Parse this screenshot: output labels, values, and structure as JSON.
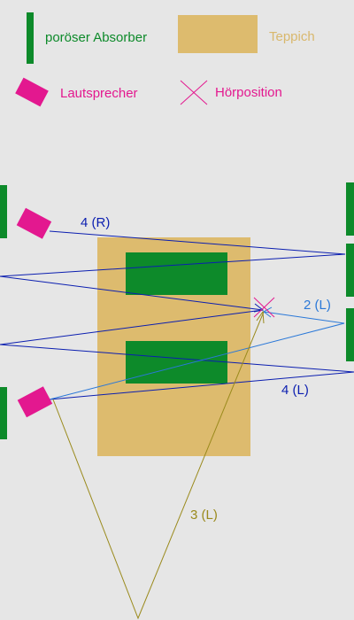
{
  "legend": {
    "absorber": "poröser Absorber",
    "carpet": "Teppich",
    "speaker": "Lautsprecher",
    "listening_position": "Hörposition"
  },
  "paths": {
    "right_4": "4 (R)",
    "left_2": "2 (L)",
    "left_4": "4 (L)",
    "left_3": "3 (L)"
  },
  "colors": {
    "background": "#e6e6e6",
    "absorber": "#0d8a2a",
    "carpet": "#ddbb6e",
    "carpet_text": "#d9b86d",
    "speaker": "#e3188f",
    "path_dark_blue": "#0b1eb0",
    "path_light_blue": "#2a78d8",
    "path_olive": "#9a8a1c"
  },
  "icons": {
    "speaker": "speaker-icon",
    "listening_position": "cross-icon"
  }
}
